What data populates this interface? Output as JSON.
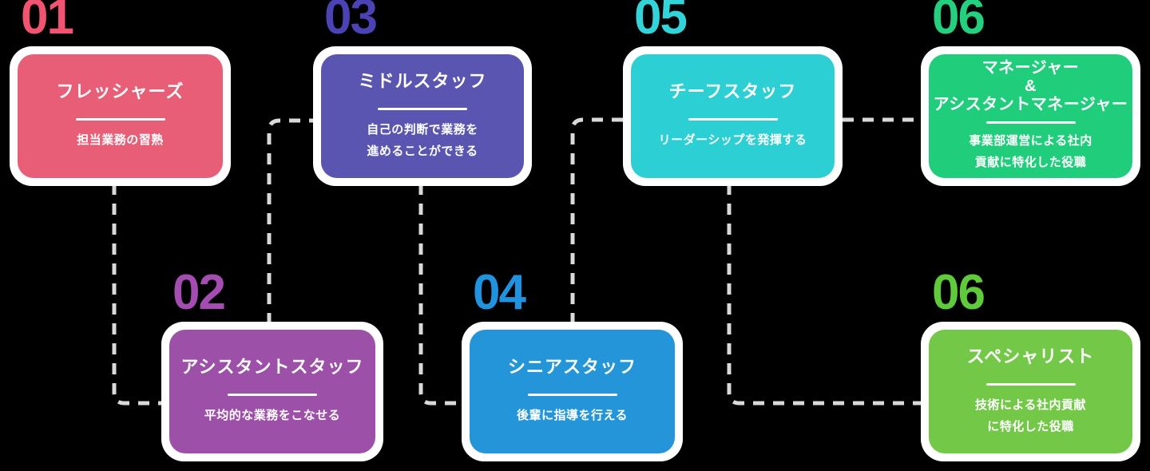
{
  "canvas": {
    "bg": "#000000"
  },
  "connectors": {
    "color": "#d9d9d9"
  },
  "cards": [
    {
      "number": "01",
      "number_color": "#f25370",
      "color": "#e95e77",
      "title": "フレッシャーズ",
      "desc": "担当業務の習熟"
    },
    {
      "number": "02",
      "number_color": "#a54cb2",
      "color": "#9d50a8",
      "title": "アシスタントスタッフ",
      "desc": "平均的な業務をこなせる"
    },
    {
      "number": "03",
      "number_color": "#4b43b5",
      "color": "#5a55b0",
      "title": "ミドルスタッフ",
      "desc": "自己の判断で業務を\n進めることができる"
    },
    {
      "number": "04",
      "number_color": "#1f93e0",
      "color": "#2395d8",
      "title": "シニアスタッフ",
      "desc": "後輩に指導を行える"
    },
    {
      "number": "05",
      "number_color": "#30d4d9",
      "color": "#2ccfd4",
      "title": "チーフスタッフ",
      "desc": "リーダーシップを発揮する"
    },
    {
      "number": "06",
      "number_color": "#22d07e",
      "color": "#1fcd7b",
      "title": "マネージャー\n&\nアシスタントマネージャー",
      "desc": "事業部運営による社内\n貢献に特化した役職"
    },
    {
      "number": "06",
      "number_color": "#5fcb3a",
      "color": "#73c847",
      "title": "スペシャリスト",
      "desc": "技術による社内貢献\nに特化した役職"
    }
  ]
}
